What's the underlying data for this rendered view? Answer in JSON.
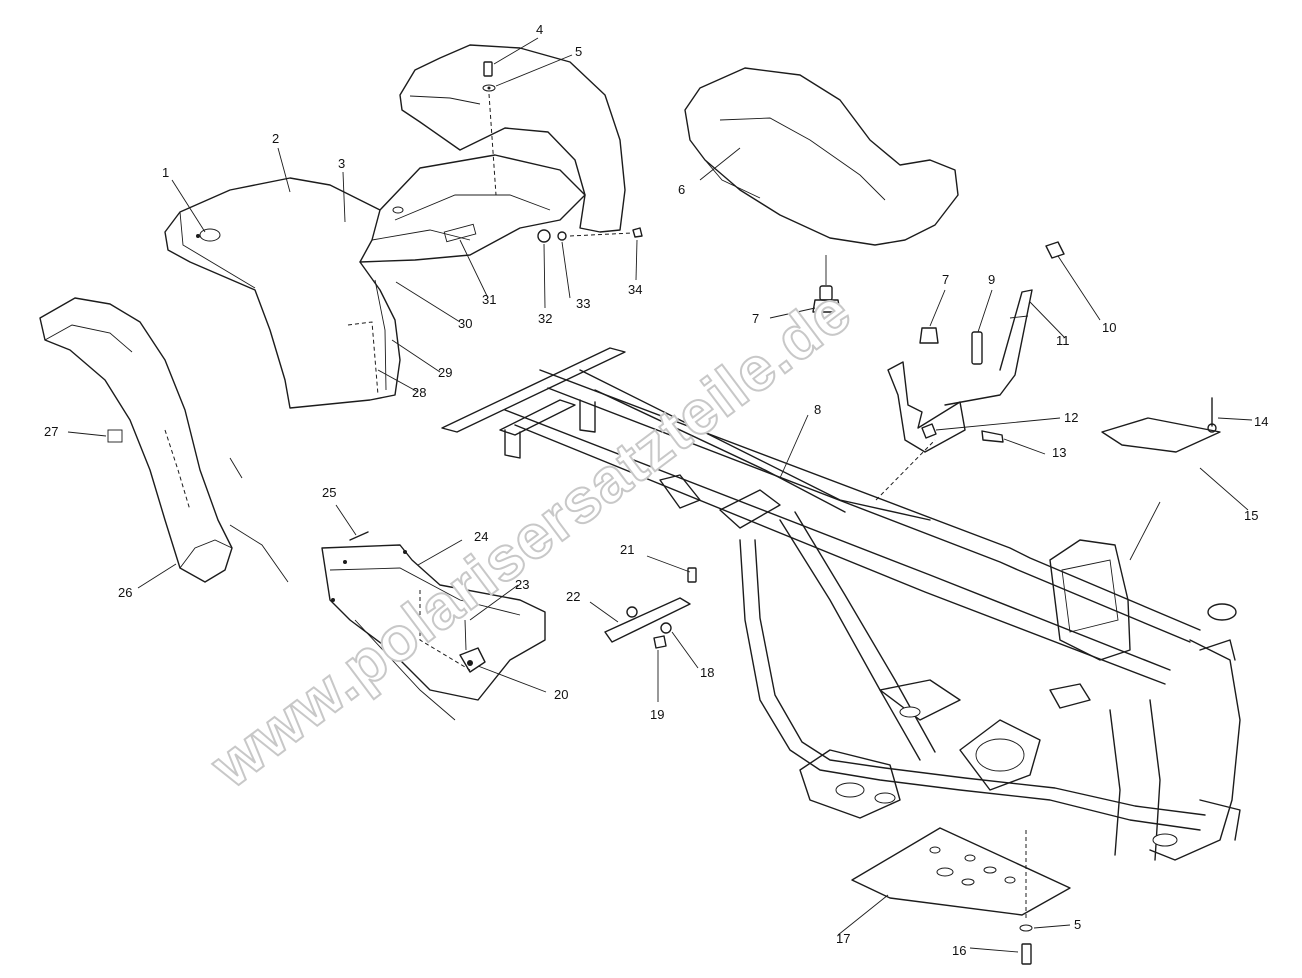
{
  "watermark": "www.polarisersatzteile.de",
  "callouts": [
    {
      "id": "c1",
      "label": "1"
    },
    {
      "id": "c2",
      "label": "2"
    },
    {
      "id": "c3",
      "label": "3"
    },
    {
      "id": "c4",
      "label": "4"
    },
    {
      "id": "c5a",
      "label": "5"
    },
    {
      "id": "c6",
      "label": "6"
    },
    {
      "id": "c7a",
      "label": "7"
    },
    {
      "id": "c7b",
      "label": "7"
    },
    {
      "id": "c8",
      "label": "8"
    },
    {
      "id": "c9",
      "label": "9"
    },
    {
      "id": "c10",
      "label": "10"
    },
    {
      "id": "c11",
      "label": "11"
    },
    {
      "id": "c12",
      "label": "12"
    },
    {
      "id": "c13",
      "label": "13"
    },
    {
      "id": "c14",
      "label": "14"
    },
    {
      "id": "c15",
      "label": "15"
    },
    {
      "id": "c16",
      "label": "16"
    },
    {
      "id": "c17",
      "label": "17"
    },
    {
      "id": "c5b",
      "label": "5"
    },
    {
      "id": "c18",
      "label": "18"
    },
    {
      "id": "c19",
      "label": "19"
    },
    {
      "id": "c20",
      "label": "20"
    },
    {
      "id": "c21",
      "label": "21"
    },
    {
      "id": "c22",
      "label": "22"
    },
    {
      "id": "c23",
      "label": "23"
    },
    {
      "id": "c24",
      "label": "24"
    },
    {
      "id": "c25",
      "label": "25"
    },
    {
      "id": "c26",
      "label": "26"
    },
    {
      "id": "c27",
      "label": "27"
    },
    {
      "id": "c28",
      "label": "28"
    },
    {
      "id": "c29",
      "label": "29"
    },
    {
      "id": "c30",
      "label": "30"
    },
    {
      "id": "c31",
      "label": "31"
    },
    {
      "id": "c32",
      "label": "32"
    },
    {
      "id": "c33",
      "label": "33"
    },
    {
      "id": "c34",
      "label": "34"
    }
  ]
}
